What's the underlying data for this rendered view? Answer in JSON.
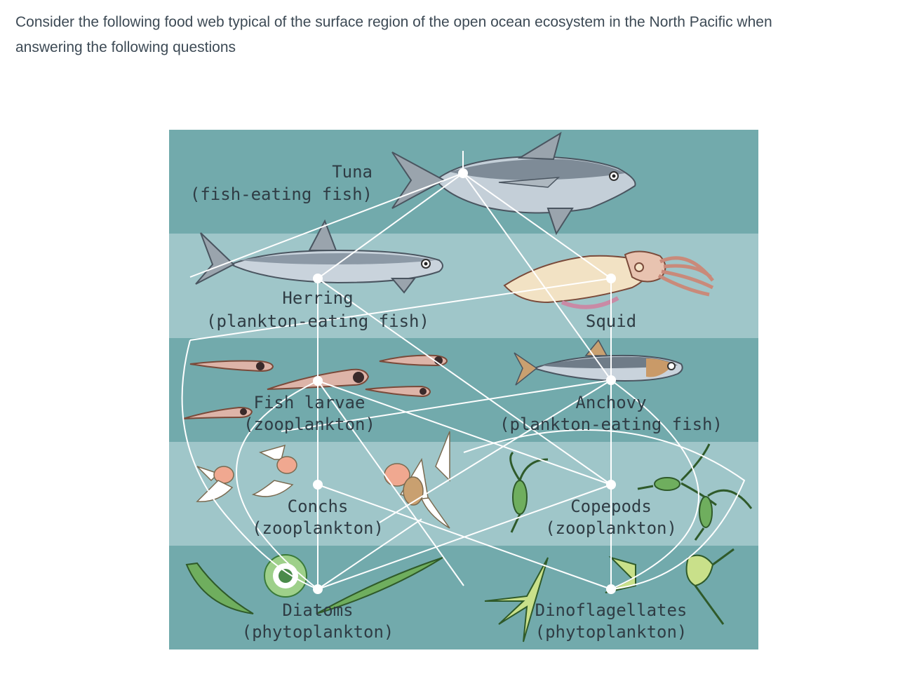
{
  "prompt": {
    "line1": "Consider the following food web typical of the surface region of the open ocean ecosystem in the North Pacific when",
    "line2": "answering the following questions"
  },
  "diagram": {
    "band_colors": [
      "#72aaac",
      "#9fc6c9",
      "#72aaac",
      "#9fc6c9",
      "#72aaac"
    ],
    "line_color": "#ffffff",
    "nodes": {
      "tuna": {
        "name": "Tuna",
        "role": "(fish-eating fish)"
      },
      "herring": {
        "name": "Herring",
        "role": "(plankton-eating fish)"
      },
      "squid": {
        "name": "Squid",
        "role": ""
      },
      "fish_larvae": {
        "name": "Fish larvae",
        "role": "(zooplankton)"
      },
      "anchovy": {
        "name": "Anchovy",
        "role": "(plankton-eating fish)"
      },
      "conchs": {
        "name": "Conchs",
        "role": "(zooplankton)"
      },
      "copepods": {
        "name": "Copepods",
        "role": "(zooplankton)"
      },
      "diatoms": {
        "name": "Diatoms",
        "role": "(phytoplankton)"
      },
      "dinoflagellates": {
        "name": "Dinoflagellates",
        "role": "(phytoplankton)"
      }
    }
  }
}
